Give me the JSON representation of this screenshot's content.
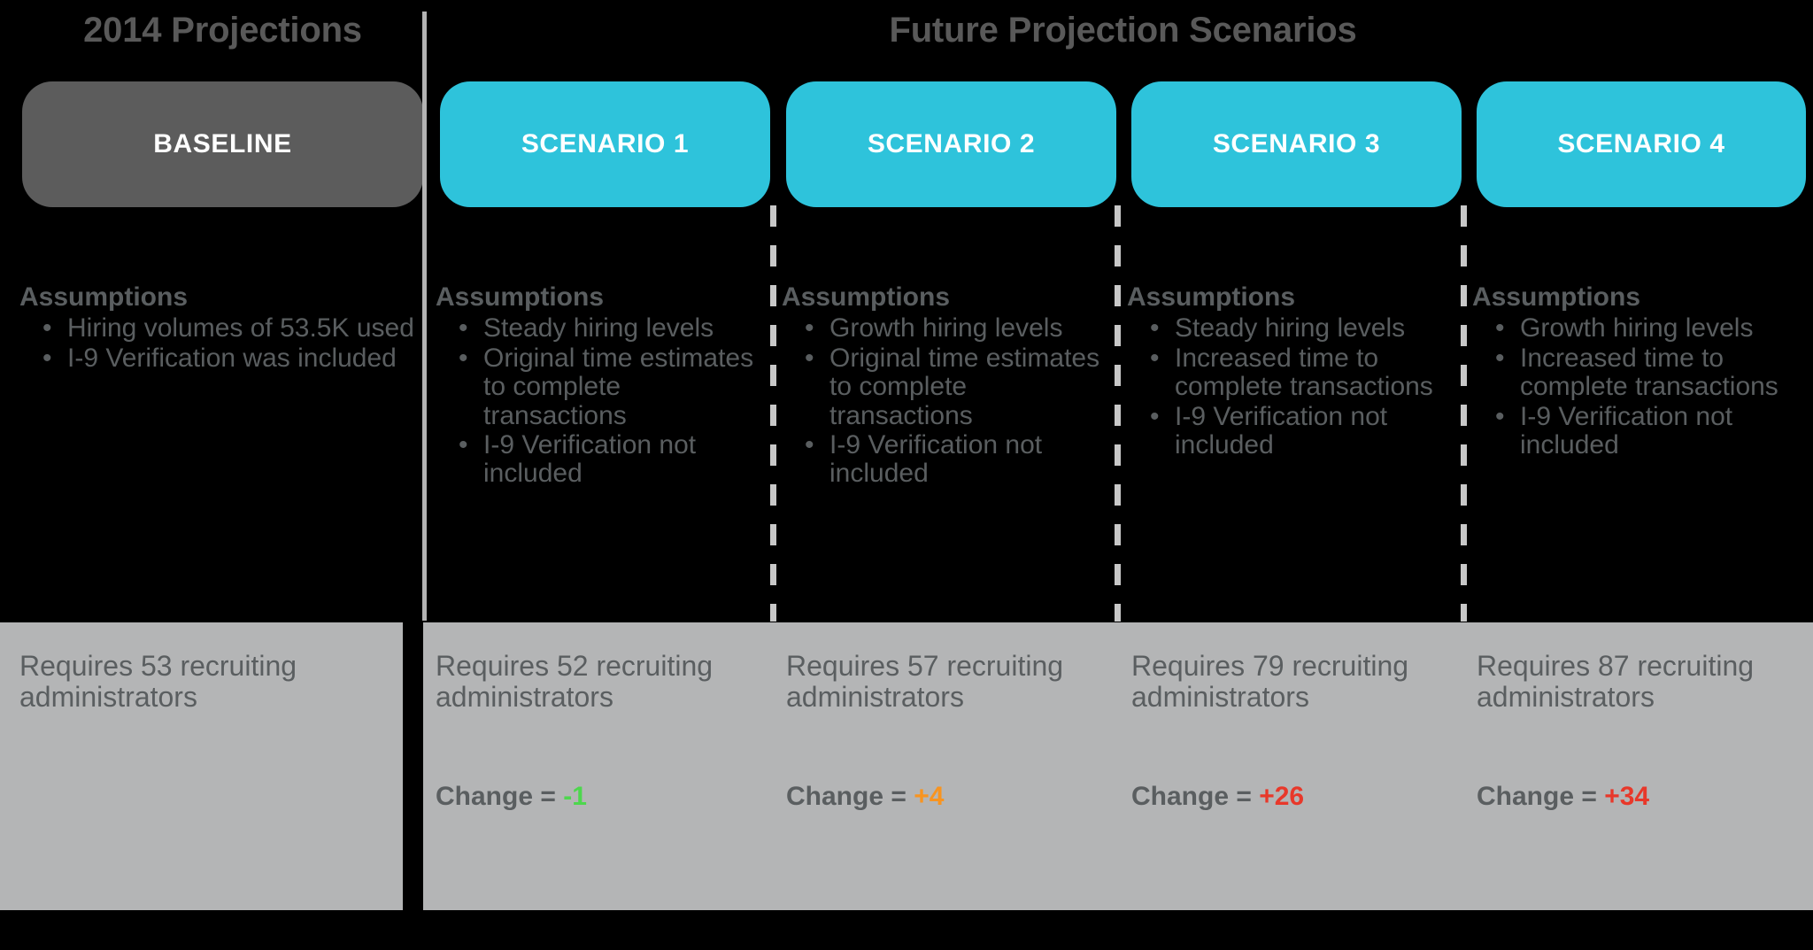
{
  "colors": {
    "background": "#000000",
    "baseline_card": "#5C5C5C",
    "scenario_card": "#2EC3DB",
    "title_text": "#595959",
    "body_text": "#5A5E60",
    "results_band": "#B4B5B6",
    "divider_solid": "#B3B3B3",
    "divider_dashed": "#C8C8C8",
    "change_negative": "#4DD74D",
    "change_small_positive": "#F89420",
    "change_large_positive": "#E8382A"
  },
  "headings": {
    "baseline_section": "2014 Projections",
    "future_section": "Future Projection Scenarios"
  },
  "columns": [
    {
      "card_label": "BASELINE",
      "card_style": "baseline",
      "assumptions_heading": "Assumptions",
      "assumptions": [
        "Hiring volumes of 53.5K used",
        "I-9 Verification was included"
      ],
      "requires": "Requires 53 recruiting administrators",
      "change_label": "",
      "change_value": "",
      "change_color": ""
    },
    {
      "card_label": "SCENARIO 1",
      "card_style": "scenario",
      "assumptions_heading": "Assumptions",
      "assumptions": [
        "Steady hiring levels",
        "Original time estimates to complete transactions",
        "I-9 Verification not included"
      ],
      "requires": "Requires 52 recruiting administrators",
      "change_label": "Change = ",
      "change_value": "-1",
      "change_color": "#4DD74D"
    },
    {
      "card_label": "SCENARIO 2",
      "card_style": "scenario",
      "assumptions_heading": "Assumptions",
      "assumptions": [
        "Growth hiring levels",
        "Original time estimates to complete transactions",
        "I-9 Verification not included"
      ],
      "requires": "Requires 57 recruiting administrators",
      "change_label": "Change = ",
      "change_value": "+4",
      "change_color": "#F89420"
    },
    {
      "card_label": "SCENARIO 3",
      "card_style": "scenario",
      "assumptions_heading": "Assumptions",
      "assumptions": [
        "Steady hiring levels",
        "Increased time to complete transactions",
        "I-9 Verification not included"
      ],
      "requires": "Requires 79 recruiting administrators",
      "change_label": "Change = ",
      "change_value": "+26",
      "change_color": "#E8382A"
    },
    {
      "card_label": "SCENARIO 4",
      "card_style": "scenario",
      "assumptions_heading": "Assumptions",
      "assumptions": [
        "Growth hiring levels",
        "Increased time to complete transactions",
        "I-9 Verification not included"
      ],
      "requires": "Requires 87 recruiting administrators",
      "change_label": "Change = ",
      "change_value": "+34",
      "change_color": "#E8382A"
    }
  ],
  "bullet_glyph": "•"
}
